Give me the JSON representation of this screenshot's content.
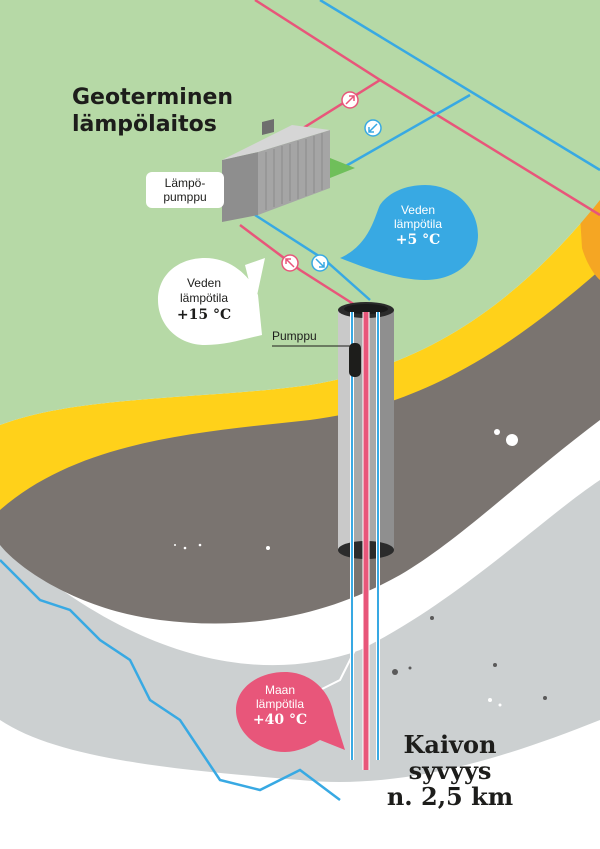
{
  "title": {
    "line1": "Geoterminen",
    "line2": "lämpölaitos"
  },
  "heat_pump": {
    "line1": "Lämpö-",
    "line2": "pumppu"
  },
  "pump": {
    "label": "Pumppu"
  },
  "cold_water": {
    "line1": "Veden",
    "line2": "lämpötila",
    "temp": "+5 °C"
  },
  "warm_water": {
    "line1": "Veden",
    "line2": "lämpötila",
    "temp": "+15 °C"
  },
  "ground": {
    "line1": "Maan",
    "line2": "lämpötila",
    "temp": "+40 °C"
  },
  "depth": {
    "line1": "Kaivon",
    "line2": "syvyys",
    "line3": "n. 2,5 km"
  },
  "icons": [
    "arrow-out-icon",
    "arrow-in-icon"
  ],
  "colors": {
    "grass": "#b6d9a6",
    "yellow_layer": "#ffd11a",
    "rock": "#7a7470",
    "bedrock": "#ccd0d1",
    "hot_pipe": "#e8567a",
    "cold_pipe": "#38a9e3",
    "text": "#1d1d1b"
  }
}
